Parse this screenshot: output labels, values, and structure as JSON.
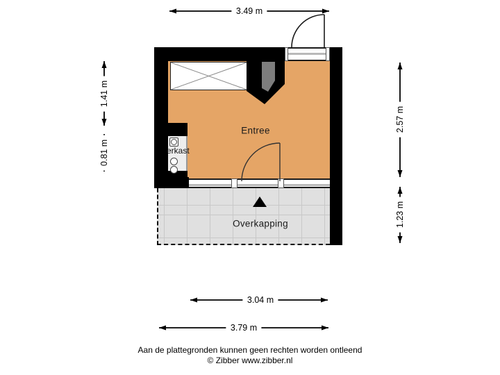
{
  "plan": {
    "rooms": {
      "entree": "Entree",
      "overkapping": "Overkapping",
      "meterkast": "erkast"
    },
    "dimensions": {
      "top": "3.49 m",
      "left_upper": "1.41 m",
      "left_lower": "0.81 m",
      "right_upper": "2.57 m",
      "right_lower": "1.23 m",
      "bottom_inner": "3.04 m",
      "bottom_outer": "3.79 m"
    },
    "icons": {
      "north_arrow": "north-arrow-icon",
      "void_box": "crossed-void-icon",
      "meters": "meter-symbols"
    },
    "colors": {
      "wall": "#000000",
      "room_fill": "#e5a566",
      "canopy_fill": "#e0e0e0",
      "grid_line": "#c8c8c8",
      "column_fill": "#7d7d7d"
    }
  },
  "footer": {
    "disclaimer": "Aan de plattegronden kunnen geen rechten worden ontleend",
    "copyright": "© Zibber www.zibber.nl"
  }
}
